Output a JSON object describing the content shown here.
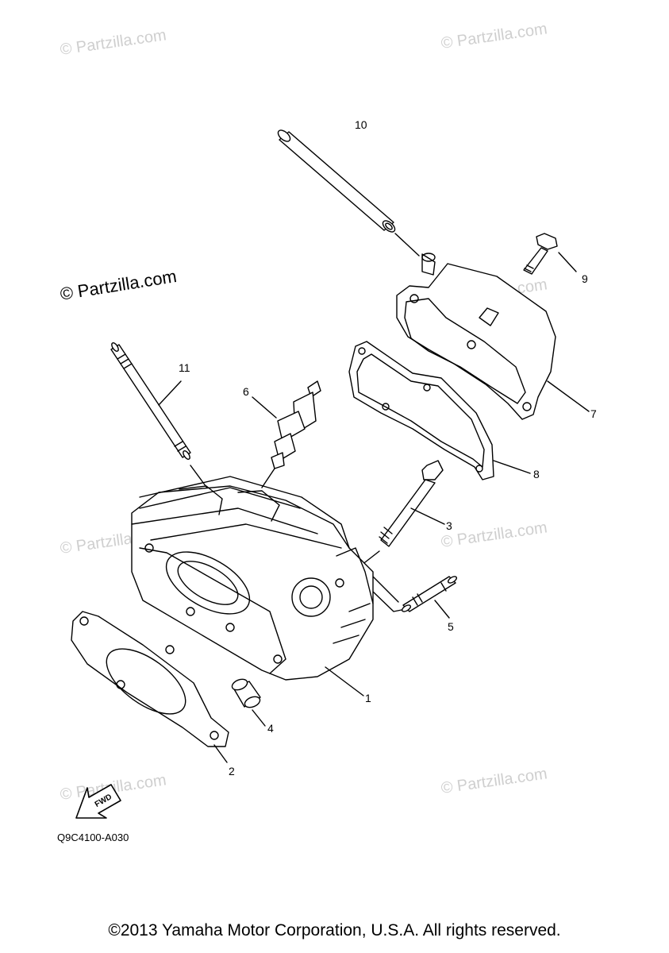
{
  "diagram": {
    "diagram_code": "Q9C4100-A030",
    "copyright": "©2013 Yamaha Motor Corporation, U.S.A. All rights reserved.",
    "watermark_main": "© Partzilla.com",
    "watermark_faint": "© Partzilla.com",
    "fwd_label": "FWD",
    "callouts": [
      {
        "id": "1",
        "label": "1"
      },
      {
        "id": "2",
        "label": "2"
      },
      {
        "id": "3",
        "label": "3"
      },
      {
        "id": "4",
        "label": "4"
      },
      {
        "id": "5",
        "label": "5"
      },
      {
        "id": "6",
        "label": "6"
      },
      {
        "id": "7",
        "label": "7"
      },
      {
        "id": "8",
        "label": "8"
      },
      {
        "id": "9",
        "label": "9"
      },
      {
        "id": "10",
        "label": "10"
      },
      {
        "id": "11",
        "label": "11"
      }
    ],
    "line_color": "#000000",
    "watermark_color": "#cfcfcf"
  }
}
